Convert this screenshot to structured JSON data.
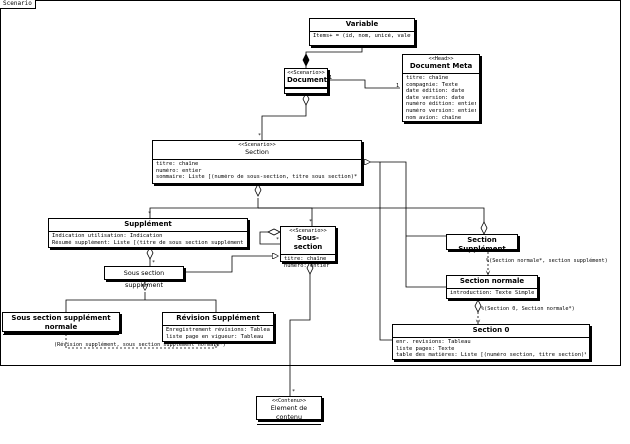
{
  "frame": {
    "label": "Scenario"
  },
  "classes": {
    "variable": {
      "name": "Variable",
      "attrs": [
        "Items+ = (id, nom, unicé, valeur)"
      ]
    },
    "document": {
      "stereotype": "<<Scenario>>",
      "name": "Document"
    },
    "document_meta": {
      "stereotype": "<<Head>>",
      "name": "Document Meta",
      "attrs": [
        "titre: chaîne",
        "compagnie: Texte",
        "date édition: date",
        "date version: date",
        "numéro édition: entier",
        "numéro version: entier",
        "nom avion: chaîne"
      ]
    },
    "section": {
      "stereotype": "<<Scenario>>",
      "name": "Section",
      "attrs": [
        "titre: chaîne",
        "numéro: entier",
        "sommaire: Liste [(numéro de sous-section, titre sous section)*]"
      ]
    },
    "supplement": {
      "name": "Supplément",
      "attrs": [
        "Indication utilisation: Indication",
        "Résumé supplément: Liste [(titre de sous section supplément)*]"
      ]
    },
    "sous_section": {
      "stereotype": "<<Scenario>>",
      "name": "Sous-section",
      "attrs": [
        "titre: chaîne",
        "numéro: entier"
      ]
    },
    "sous_section_supplement": {
      "name": "Sous section supplément"
    },
    "section_supplement": {
      "name": "Section Supplément"
    },
    "section_normale": {
      "name": "Section normale",
      "attrs": [
        "introduction: Texte Simple"
      ]
    },
    "sous_section_supplement_normale": {
      "name": "Sous section supplément normale"
    },
    "revision_supplement": {
      "name": "Révision Supplément",
      "attrs": [
        "Enregistrement révisions: Tableau",
        "liste page en vigueur: Tableau"
      ]
    },
    "section_0": {
      "name": "Section 0",
      "attrs": [
        "enr. revisions: Tableau",
        "liste pages: Texte",
        "table des matières: Liste [(numéro section, titre section)*]"
      ]
    },
    "element_contenu": {
      "stereotype": "<<Contenu>>",
      "name": "Element de contenu"
    }
  },
  "labels": {
    "section_normale_constraint": "%(Section normale*, section supplément)",
    "section_0_constraint": "%(Section 0, Section normale*)",
    "revision_constraint": "(Révision supplément, sous section supplément normale*)",
    "mult_1_doc": "1",
    "mult_1_meta": "1",
    "mult_star_section": "*",
    "mult_star_supp": "*",
    "mult_star_subsec": "*",
    "mult_star_self": "*",
    "mult_star_sss": "*",
    "mult_star_content": "*"
  }
}
